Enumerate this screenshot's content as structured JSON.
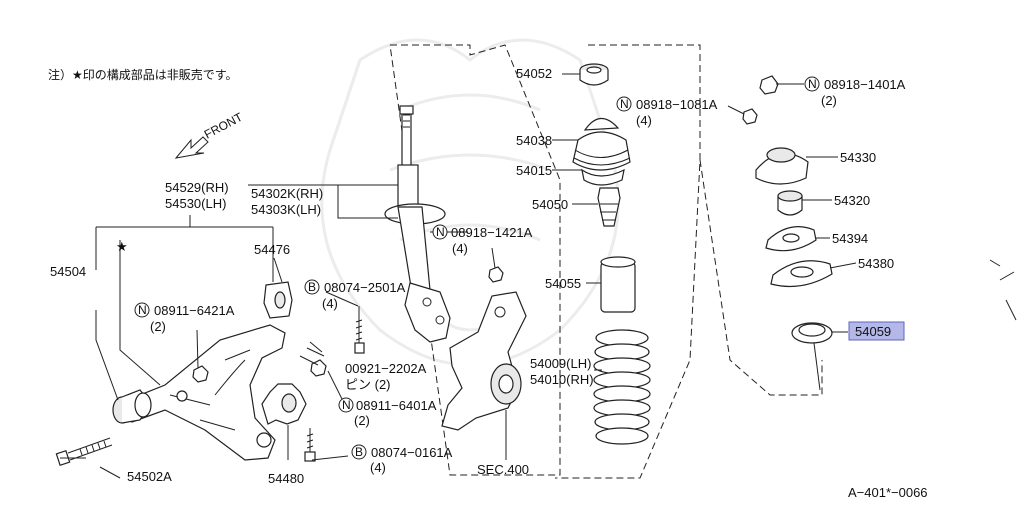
{
  "note": "注）★印の構成部品は非販売です。",
  "front_label": "FRONT",
  "diagram_code": "A−401*−0066",
  "star": "★",
  "bolt_prefix": "B",
  "nut_prefix": "N",
  "highlight_color": "#b3b8e8",
  "labels": {
    "p54052": "54052",
    "p54038": "54038",
    "p54015": "54015",
    "p54050": "54050",
    "p54055": "54055",
    "p54009": "54009(LH)",
    "p54010": "54010(RH)",
    "sec400": "SEC.400",
    "p54302": "54302K(RH)",
    "p54303": "54303K(LH)",
    "p54529": "54529(RH)",
    "p54530": "54530(LH)",
    "p54476": "54476",
    "p54504": "54504",
    "p54502a": "54502A",
    "p54480": "54480",
    "n089116421": "08911−6421A",
    "n089116421q": "(2)",
    "b080742501": "08074−2501A",
    "b080742501q": "(4)",
    "p09212202": "00921−2202A",
    "pin": "ピン (2)",
    "n089116401": "08911−6401A",
    "n089116401q": "(2)",
    "b080740161": "08074−0161A",
    "b080740161q": "(4)",
    "n089181421": "08918−1421A",
    "n089181421q": "(4)",
    "n089181081": "08918−1081A",
    "n089181081q": "(4)",
    "n089181401": "08918−1401A",
    "n089181401q": "(2)",
    "p54330": "54330",
    "p54320": "54320",
    "p54394": "54394",
    "p54380": "54380",
    "p54059": "54059"
  }
}
